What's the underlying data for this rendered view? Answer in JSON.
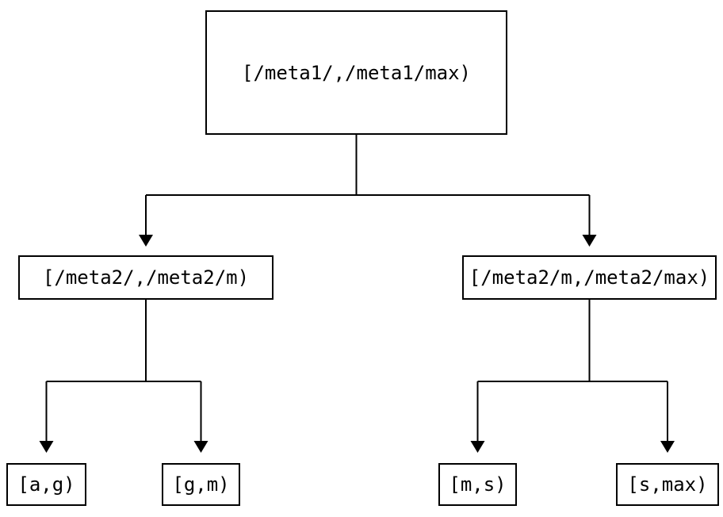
{
  "diagram": {
    "type": "tree",
    "description": "Interval partition tree: root meta1 range splits into two meta2 ranges, each splitting into two leaf key ranges",
    "colors": {
      "background": "#ffffff",
      "line": "#000000",
      "box_border": "#000000",
      "text": "#000000"
    },
    "nodes": [
      {
        "id": "root",
        "level": 0,
        "label": "[/meta1/,/meta1/max)"
      },
      {
        "id": "left",
        "level": 1,
        "label": "[/meta2/,/meta2/m)"
      },
      {
        "id": "right",
        "level": 1,
        "label": "[/meta2/m,/meta2/max)"
      },
      {
        "id": "leaf-ag",
        "level": 2,
        "label": "[a,g)"
      },
      {
        "id": "leaf-gm",
        "level": 2,
        "label": "[g,m)"
      },
      {
        "id": "leaf-ms",
        "level": 2,
        "label": "[m,s)"
      },
      {
        "id": "leaf-smax",
        "level": 2,
        "label": "[s,max)"
      }
    ],
    "edges": [
      {
        "from": "root",
        "to": "left"
      },
      {
        "from": "root",
        "to": "right"
      },
      {
        "from": "left",
        "to": "leaf-ag"
      },
      {
        "from": "left",
        "to": "leaf-gm"
      },
      {
        "from": "right",
        "to": "leaf-ms"
      },
      {
        "from": "right",
        "to": "leaf-smax"
      }
    ]
  }
}
